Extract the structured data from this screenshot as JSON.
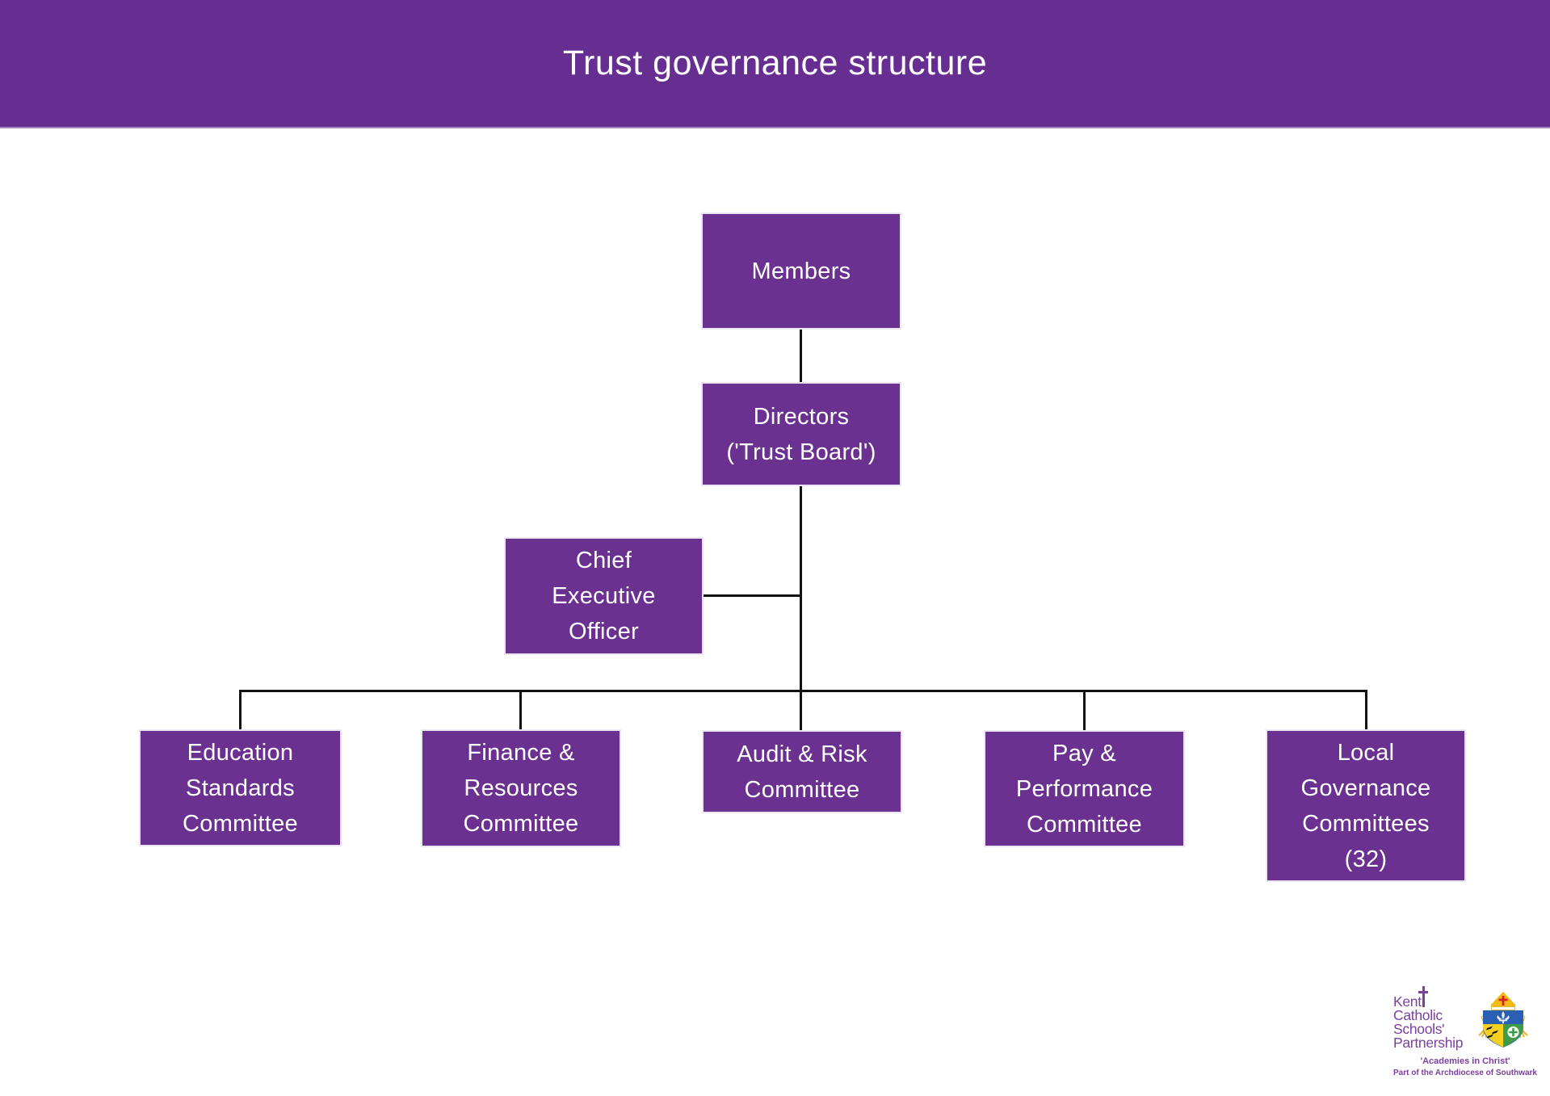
{
  "header": {
    "title": "Trust governance structure"
  },
  "diagram_type": "org-chart",
  "nodes": {
    "members": {
      "label": "Members"
    },
    "directors": {
      "label": "Directors\n('Trust Board')"
    },
    "ceo": {
      "label": "Chief\nExecutive\nOfficer"
    },
    "education": {
      "label": "Education\nStandards\nCommittee"
    },
    "finance": {
      "label": "Finance &\nResources\nCommittee"
    },
    "audit": {
      "label": "Audit & Risk\nCommittee"
    },
    "pay": {
      "label": "Pay &\nPerformance\nCommittee"
    },
    "local": {
      "label": "Local\nGovernance\nCommittees\n(32)"
    }
  },
  "edges": [
    {
      "from": "members",
      "to": "directors"
    },
    {
      "from": "directors",
      "to": "ceo"
    },
    {
      "from": "directors",
      "to": "education"
    },
    {
      "from": "directors",
      "to": "finance"
    },
    {
      "from": "directors",
      "to": "audit"
    },
    {
      "from": "directors",
      "to": "pay"
    },
    {
      "from": "directors",
      "to": "local"
    }
  ],
  "logo": {
    "org_name": "Kent Catholic Schools' Partnership",
    "name": "Kent\nCatholic\nSchools'\nPartnership",
    "tagline1": "'Academies in Christ'",
    "tagline2": "Part of the Archdiocese of Southwark"
  },
  "colors": {
    "banner_purple": "#662e91",
    "box_purple": "#6b3191",
    "connector_black": "#111111",
    "logo_purple": "#7b3f9d",
    "crest_blue": "#2a5fb4",
    "crest_yellow": "#f5d021",
    "crest_green": "#3f9b47",
    "crest_gold": "#f3ba17",
    "crest_red": "#d42027"
  }
}
